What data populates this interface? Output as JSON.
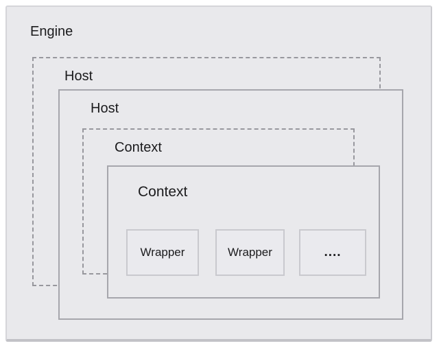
{
  "diagram": {
    "title": "Engine host context nesting diagram",
    "engine": {
      "label": "Engine"
    },
    "host_outer": {
      "label": "Host"
    },
    "host_inner": {
      "label": "Host"
    },
    "context_outer": {
      "label": "Context"
    },
    "context_inner": {
      "label": "Context"
    },
    "wrappers": [
      {
        "label": "Wrapper"
      },
      {
        "label": "Wrapper"
      },
      {
        "label": "...."
      }
    ],
    "colors": {
      "page_background": "#ffffff",
      "box_fill": "#e9e9ec",
      "solid_border": "#a6a6ac",
      "dashed_border": "#97979d",
      "wrapper_border": "#c9c9ce",
      "engine_border": "#d5d5d9",
      "engine_border_bottom": "#c2c2c7",
      "text": "#1b1b1d"
    }
  }
}
